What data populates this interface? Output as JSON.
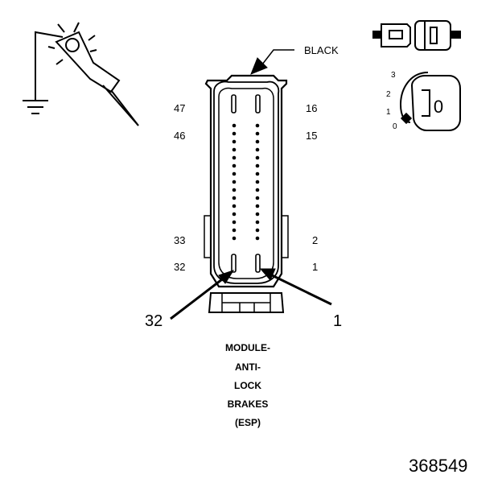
{
  "color_label": "BLACK",
  "pin_labels": {
    "top_left": "47",
    "second_left": "46",
    "top_right": "16",
    "second_right": "15",
    "lower_left": "33",
    "bottom_left": "32",
    "lower_right": "2",
    "bottom_right": "1"
  },
  "callouts": {
    "left": "32",
    "right": "1"
  },
  "caption": {
    "line1": "MODULE-",
    "line2": "ANTI-",
    "line3": "LOCK",
    "line4": "BRAKES",
    "line5": "(ESP)"
  },
  "ignition": {
    "pos3": "3",
    "pos2": "2",
    "pos1": "1",
    "pos0": "0",
    "key_text": "0"
  },
  "figure_number": "368549",
  "icons": [
    "test-probe-icon",
    "connector-pair-icon",
    "ignition-switch-icon"
  ]
}
